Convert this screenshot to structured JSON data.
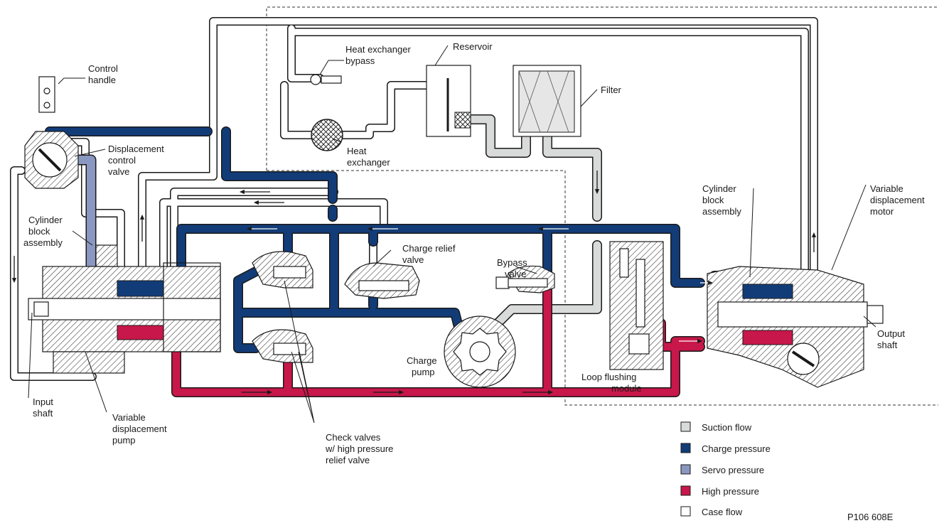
{
  "colors": {
    "suction": "#d9dada",
    "charge": "#123c78",
    "servo": "#8a97c0",
    "high": "#c8174a",
    "case": "#ffffff",
    "outline": "#1a1a1a"
  },
  "labels": {
    "control_handle": [
      "Control",
      "handle"
    ],
    "displacement_control_valve": [
      "Displacement",
      "control",
      "valve"
    ],
    "cylinder_block_assembly_left": [
      "Cylinder",
      "block",
      "assembly"
    ],
    "input_shaft": [
      "Input",
      "shaft"
    ],
    "variable_displacement_pump": [
      "Variable",
      "displacement",
      "pump"
    ],
    "check_valves": [
      "Check valves",
      "w/ high pressure",
      "relief valve"
    ],
    "heat_exchanger_bypass": [
      "Heat exchanger",
      "bypass"
    ],
    "heat_exchanger": [
      "Heat",
      "exchanger"
    ],
    "reservoir": [
      "Reservoir"
    ],
    "filter": [
      "Filter"
    ],
    "charge_relief_valve": [
      "Charge relief",
      "valve"
    ],
    "bypass_valve": [
      "Bypass",
      "valve"
    ],
    "charge_pump": [
      "Charge",
      "pump"
    ],
    "loop_flushing_module": [
      "Loop flushing",
      "module"
    ],
    "cylinder_block_assembly_right": [
      "Cylinder",
      "block",
      "assembly"
    ],
    "variable_displacement_motor": [
      "Variable",
      "displacement",
      "motor"
    ],
    "output_shaft": [
      "Output",
      "shaft"
    ]
  },
  "legend": [
    {
      "label": "Suction flow",
      "color": "#d9dada"
    },
    {
      "label": "Charge pressure",
      "color": "#123c78"
    },
    {
      "label": "Servo pressure",
      "color": "#8a97c0"
    },
    {
      "label": "High pressure",
      "color": "#c8174a"
    },
    {
      "label": "Case flow",
      "color": "#ffffff"
    }
  ],
  "figure_code": "P106 608E"
}
